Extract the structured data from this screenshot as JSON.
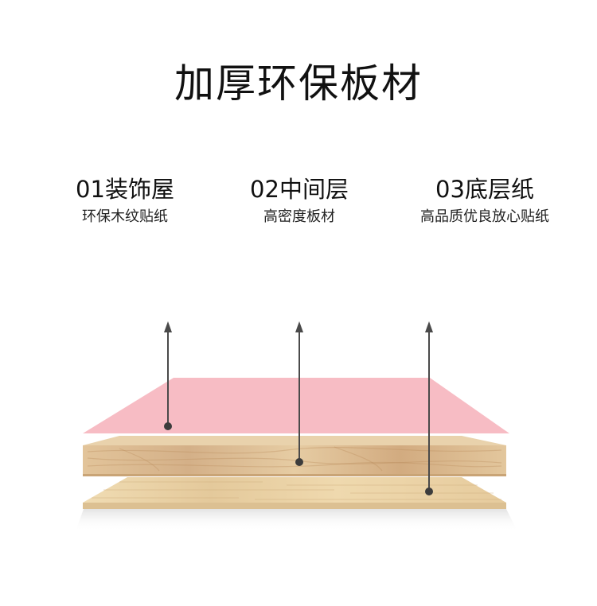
{
  "title": "加厚环保板材",
  "layers": [
    {
      "number_title": "01装饰屋",
      "description": "环保木纹贴纸"
    },
    {
      "number_title": "02中间层",
      "description": "高密度板材"
    },
    {
      "number_title": "03底层纸",
      "description": "高品质优良放心贴纸"
    }
  ],
  "colors": {
    "top_layer_pink": "#f7bcc4",
    "middle_wood": "#dcb98c",
    "bottom_wood": "#ead2a4",
    "arrow": "#4a4a4a"
  }
}
